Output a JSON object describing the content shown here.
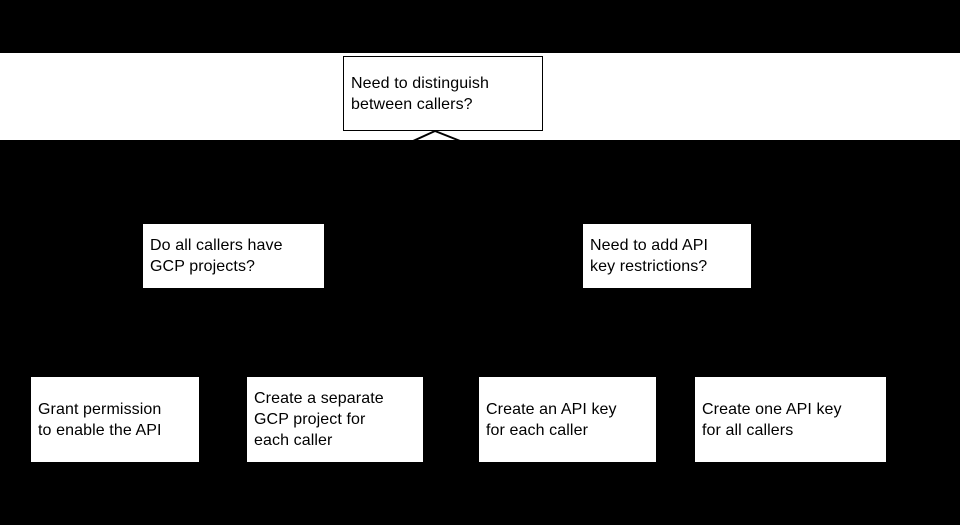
{
  "colors": {
    "page-bg": "#000000",
    "band-bg": "#ffffff",
    "node-bg": "#ffffff",
    "node-border": "#000000",
    "node-text": "#000000",
    "edge": "#000000"
  },
  "flowchart": {
    "root": {
      "label": "Need to distinguish\nbetween callers?"
    },
    "questions": {
      "left": {
        "label": "Do all callers have\nGCP projects?"
      },
      "right": {
        "label": "Need to add API\nkey restrictions?"
      }
    },
    "outcomes": {
      "grant_permission": {
        "label": "Grant permission\nto enable the API"
      },
      "separate_project": {
        "label": "Create a separate\nGCP project for\neach caller"
      },
      "key_per_caller": {
        "label": "Create an API key\nfor each caller"
      },
      "one_key_all": {
        "label": "Create one API key\nfor all callers"
      }
    }
  }
}
